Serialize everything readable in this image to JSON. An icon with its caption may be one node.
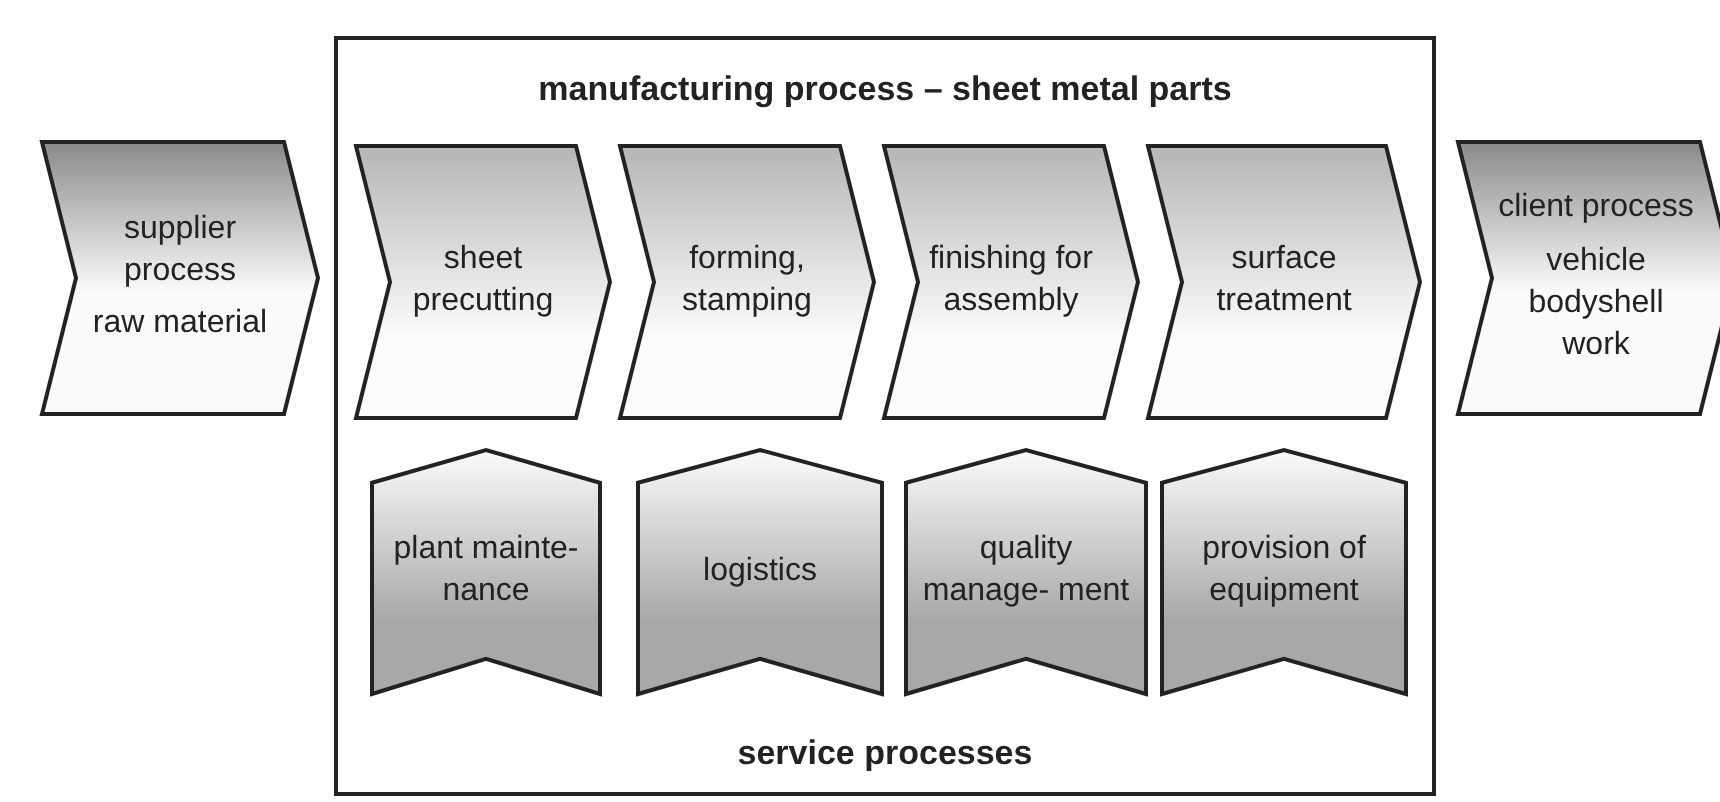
{
  "diagram": {
    "nodes": [
      {
        "text": [
          "supplier process",
          "raw material"
        ]
      },
      {
        "text": [
          "manufacturing process – sheet metal parts",
          "service processes"
        ]
      },
      {
        "text": [
          "sheet precutting"
        ],
        "in": 1
      },
      {
        "text": [
          "forming, stamping"
        ],
        "in": 1
      },
      {
        "text": [
          "finishing for assembly"
        ],
        "in": 1
      },
      {
        "text": [
          "surface treatment"
        ],
        "in": 1
      },
      {
        "text": [
          "client process",
          "vehicle bodyshell work"
        ]
      },
      {
        "text": [
          "plant mainte- nance"
        ],
        "in": 1
      },
      {
        "text": [
          "logistics"
        ],
        "in": 1
      },
      {
        "text": [
          "quality manage- ment"
        ],
        "in": 1
      },
      {
        "text": [
          "provision of equipment"
        ],
        "in": 1
      }
    ]
  }
}
